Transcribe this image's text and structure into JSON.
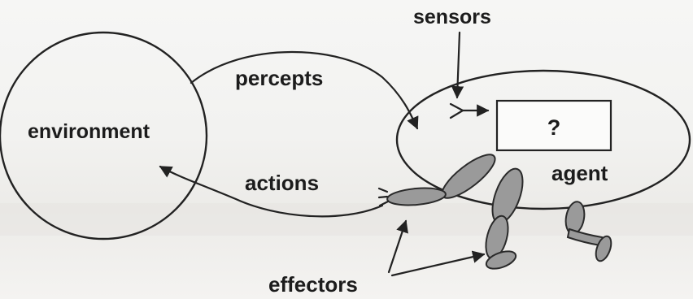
{
  "diagram": {
    "labels": {
      "sensors": "sensors",
      "percepts": "percepts",
      "environment": "environment",
      "actions": "actions",
      "agent": "agent",
      "effectors": "effectors",
      "unknown": "?"
    },
    "colors": {
      "ink": "#1c1c1c",
      "limb_fill": "#9a9a9a",
      "background": "#f3f2f0"
    }
  }
}
